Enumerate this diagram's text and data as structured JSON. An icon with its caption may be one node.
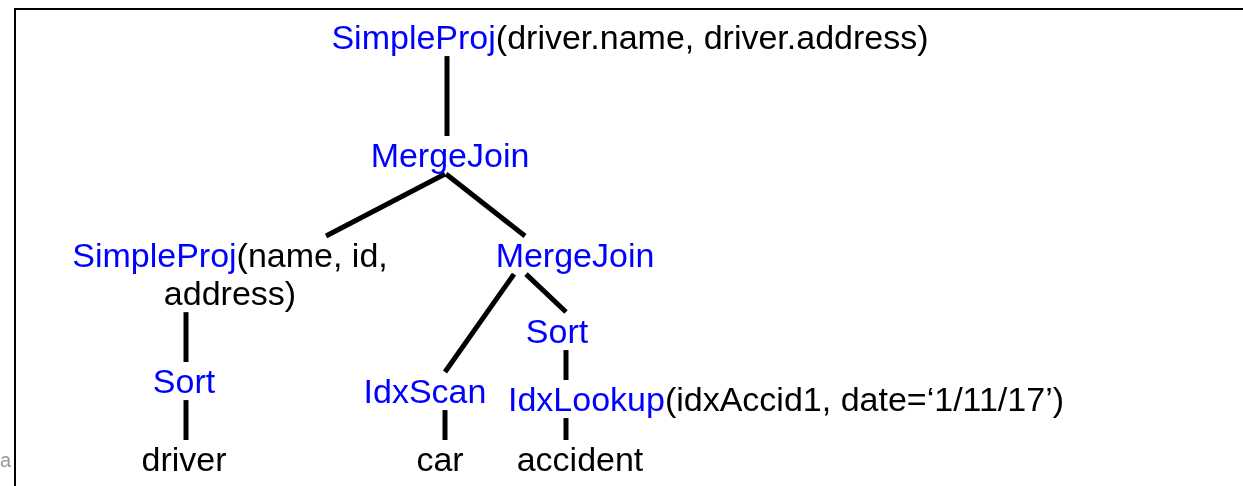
{
  "diagram": {
    "nodes": [
      {
        "text": [
          "SimpleProj(driver.name, driver.address)"
        ]
      },
      {
        "text": [
          "MergeJoin"
        ]
      },
      {
        "text": [
          "SimpleProj(name, id, address)"
        ]
      },
      {
        "text": [
          "MergeJoin"
        ]
      },
      {
        "text": [
          "Sort"
        ]
      },
      {
        "text": [
          "driver"
        ]
      },
      {
        "text": [
          "IdxScan"
        ]
      },
      {
        "text": [
          "Sort"
        ]
      },
      {
        "text": [
          "IdxLookup(idxAccid1, date=‘1/11/17’)"
        ]
      },
      {
        "text": [
          "car"
        ]
      },
      {
        "text": [
          "accident"
        ]
      }
    ],
    "edges": [
      {
        "from": 0,
        "to": 1,
        "arrow": "none"
      },
      {
        "from": 1,
        "to": 2,
        "arrow": "none"
      },
      {
        "from": 1,
        "to": 3,
        "arrow": "none"
      },
      {
        "from": 2,
        "to": 4,
        "arrow": "none"
      },
      {
        "from": 4,
        "to": 5,
        "arrow": "none"
      },
      {
        "from": 3,
        "to": 6,
        "arrow": "none"
      },
      {
        "from": 3,
        "to": 7,
        "arrow": "none"
      },
      {
        "from": 7,
        "to": 8,
        "arrow": "none"
      },
      {
        "from": 6,
        "to": 9,
        "arrow": "none"
      },
      {
        "from": 8,
        "to": 10,
        "arrow": "none"
      }
    ],
    "labels": [
      "a"
    ]
  }
}
